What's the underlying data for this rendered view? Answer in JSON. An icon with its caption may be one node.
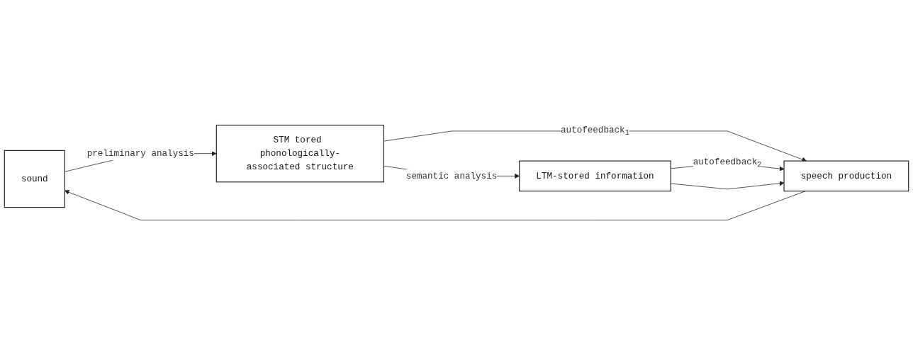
{
  "diagram": {
    "nodes": [
      {
        "text": [
          "sound"
        ]
      },
      {
        "text": [
          "STM tored phonologically-associated structure"
        ]
      },
      {
        "text": [
          "LTM-stored information"
        ]
      },
      {
        "text": [
          "speech production"
        ]
      }
    ],
    "edges": [
      {
        "from": 0,
        "to": 1,
        "arrow": "to",
        "label": "preliminary analysis"
      },
      {
        "from": 1,
        "to": 2,
        "arrow": "to",
        "label": "semantic analysis"
      },
      {
        "from": 1,
        "to": 3,
        "arrow": "to",
        "label": "autofeedback$_{1}$"
      },
      {
        "from": 2,
        "to": 3,
        "arrow": "to",
        "label": "autofeedback$_{2}$"
      },
      {
        "from": 2,
        "to": 3,
        "arrow": "to"
      },
      {
        "from": 3,
        "to": 0,
        "arrow": "to"
      }
    ]
  }
}
